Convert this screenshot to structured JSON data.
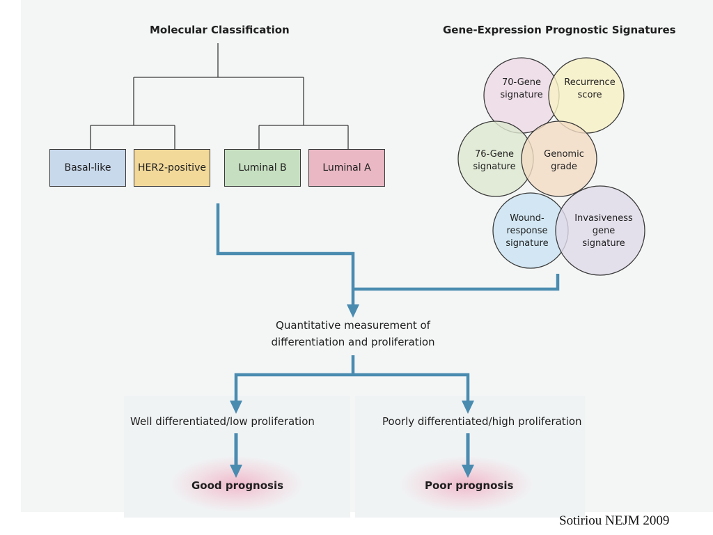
{
  "headings": {
    "molecular": "Molecular Classification",
    "gene_expression": "Gene-Expression Prognostic Signatures"
  },
  "subtypes": [
    {
      "label": "Basal-like",
      "color": "#c9d9ec"
    },
    {
      "label": "HER2-positive",
      "color": "#f2d99a"
    },
    {
      "label": "Luminal B",
      "color": "#c6dfc0"
    },
    {
      "label": "Luminal A",
      "color": "#e9b8c4"
    }
  ],
  "signatures": [
    {
      "label_lines": [
        "70-Gene",
        "signature"
      ],
      "color": "#eedae6"
    },
    {
      "label_lines": [
        "Recurrence",
        "score"
      ],
      "color": "#f8f1c4"
    },
    {
      "label_lines": [
        "76-Gene",
        "signature"
      ],
      "color": "#dde9d0"
    },
    {
      "label_lines": [
        "Genomic",
        "grade"
      ],
      "color": "#f3dcc4"
    },
    {
      "label_lines": [
        "Wound-",
        "response",
        "signature"
      ],
      "color": "#c9e3f3"
    },
    {
      "label_lines": [
        "Invasiveness",
        "gene",
        "signature"
      ],
      "color": "#e0dbe8"
    }
  ],
  "measurement": {
    "line1": "Quantitative measurement of",
    "line2": "differentiation and proliferation"
  },
  "branches": {
    "left": "Well differentiated/low proliferation",
    "right": "Poorly differentiated/high proliferation"
  },
  "outcomes": {
    "good": "Good prognosis",
    "poor": "Poor prognosis"
  },
  "credit": "Sotiriou NEJM 2009",
  "colors": {
    "arrow": "#4a8bb0",
    "tree_line": "#3a3a3a"
  }
}
